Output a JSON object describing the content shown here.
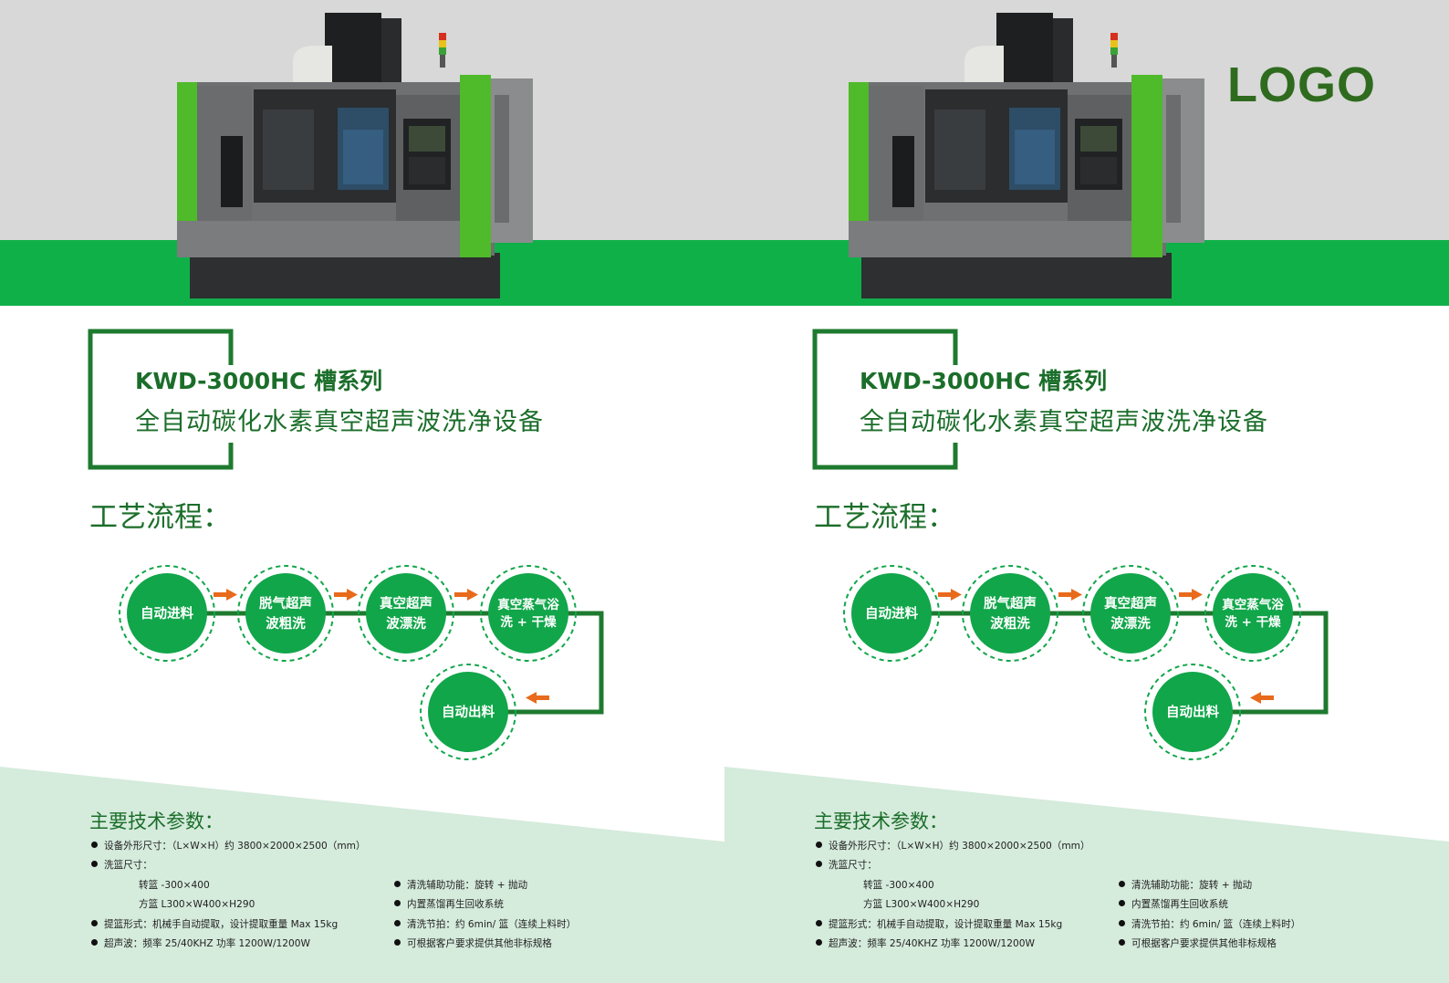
{
  "colors": {
    "brand_green": "#10b049",
    "dark_green": "#1b6e2a",
    "node_green": "#11a64a",
    "arrow_orange": "#e86a1b",
    "hero_gray": "#d8d8d8",
    "band_mint": "#d5ebdc"
  },
  "logo": {
    "text": "LOGO"
  },
  "panels": [
    {
      "title": {
        "model": "KWD-3000HC 槽系列",
        "name": "全自动碳化水素真空超声波洗净设备"
      },
      "process": {
        "heading": "工艺流程：",
        "steps": [
          {
            "line1": "自动进料",
            "line2": ""
          },
          {
            "line1": "脱气超声",
            "line2": "波粗洗"
          },
          {
            "line1": "真空超声",
            "line2": "波漂洗"
          },
          {
            "line1": "真空蒸气浴",
            "line2": "洗 + 干燥"
          },
          {
            "line1": "自动出料",
            "line2": ""
          }
        ]
      },
      "specs": {
        "heading": "主要技术参数：",
        "left": [
          {
            "bullet": true,
            "text": "设备外形尺寸：（L×W×H）约 3800×2000×2500（mm）"
          },
          {
            "bullet": true,
            "text": "洗篮尺寸："
          },
          {
            "bullet": false,
            "text": "转篮 -300×400"
          },
          {
            "bullet": false,
            "text": "方篮 L300×W400×H290"
          },
          {
            "bullet": true,
            "text": "提篮形式：机械手自动提取，设计提取重量 Max 15kg"
          },
          {
            "bullet": true,
            "text": "超声波：频率 25/40KHZ  功率 1200W/1200W"
          }
        ],
        "right": [
          {
            "bullet": true,
            "text": "清洗辅助功能：旋转 + 抛动"
          },
          {
            "bullet": true,
            "text": "内置蒸馏再生回收系统"
          },
          {
            "bullet": true,
            "text": "清洗节拍：约 6min/ 篮（连续上料时）"
          },
          {
            "bullet": true,
            "text": "可根据客户要求提供其他非标规格"
          }
        ]
      }
    },
    {
      "title": {
        "model": "KWD-3000HC 槽系列",
        "name": "全自动碳化水素真空超声波洗净设备"
      },
      "process": {
        "heading": "工艺流程：",
        "steps": [
          {
            "line1": "自动进料",
            "line2": ""
          },
          {
            "line1": "脱气超声",
            "line2": "波粗洗"
          },
          {
            "line1": "真空超声",
            "line2": "波漂洗"
          },
          {
            "line1": "真空蒸气浴",
            "line2": "洗 + 干燥"
          },
          {
            "line1": "自动出料",
            "line2": ""
          }
        ]
      },
      "specs": {
        "heading": "主要技术参数：",
        "left": [
          {
            "bullet": true,
            "text": "设备外形尺寸：（L×W×H）约 3800×2000×2500（mm）"
          },
          {
            "bullet": true,
            "text": "洗篮尺寸："
          },
          {
            "bullet": false,
            "text": "转篮 -300×400"
          },
          {
            "bullet": false,
            "text": "方篮 L300×W400×H290"
          },
          {
            "bullet": true,
            "text": "提篮形式：机械手自动提取，设计提取重量 Max 15kg"
          },
          {
            "bullet": true,
            "text": "超声波：频率 25/40KHZ  功率 1200W/1200W"
          }
        ],
        "right": [
          {
            "bullet": true,
            "text": "清洗辅助功能：旋转 + 抛动"
          },
          {
            "bullet": true,
            "text": "内置蒸馏再生回收系统"
          },
          {
            "bullet": true,
            "text": "清洗节拍：约 6min/ 篮（连续上料时）"
          },
          {
            "bullet": true,
            "text": "可根据客户要求提供其他非标规格"
          }
        ]
      }
    }
  ]
}
